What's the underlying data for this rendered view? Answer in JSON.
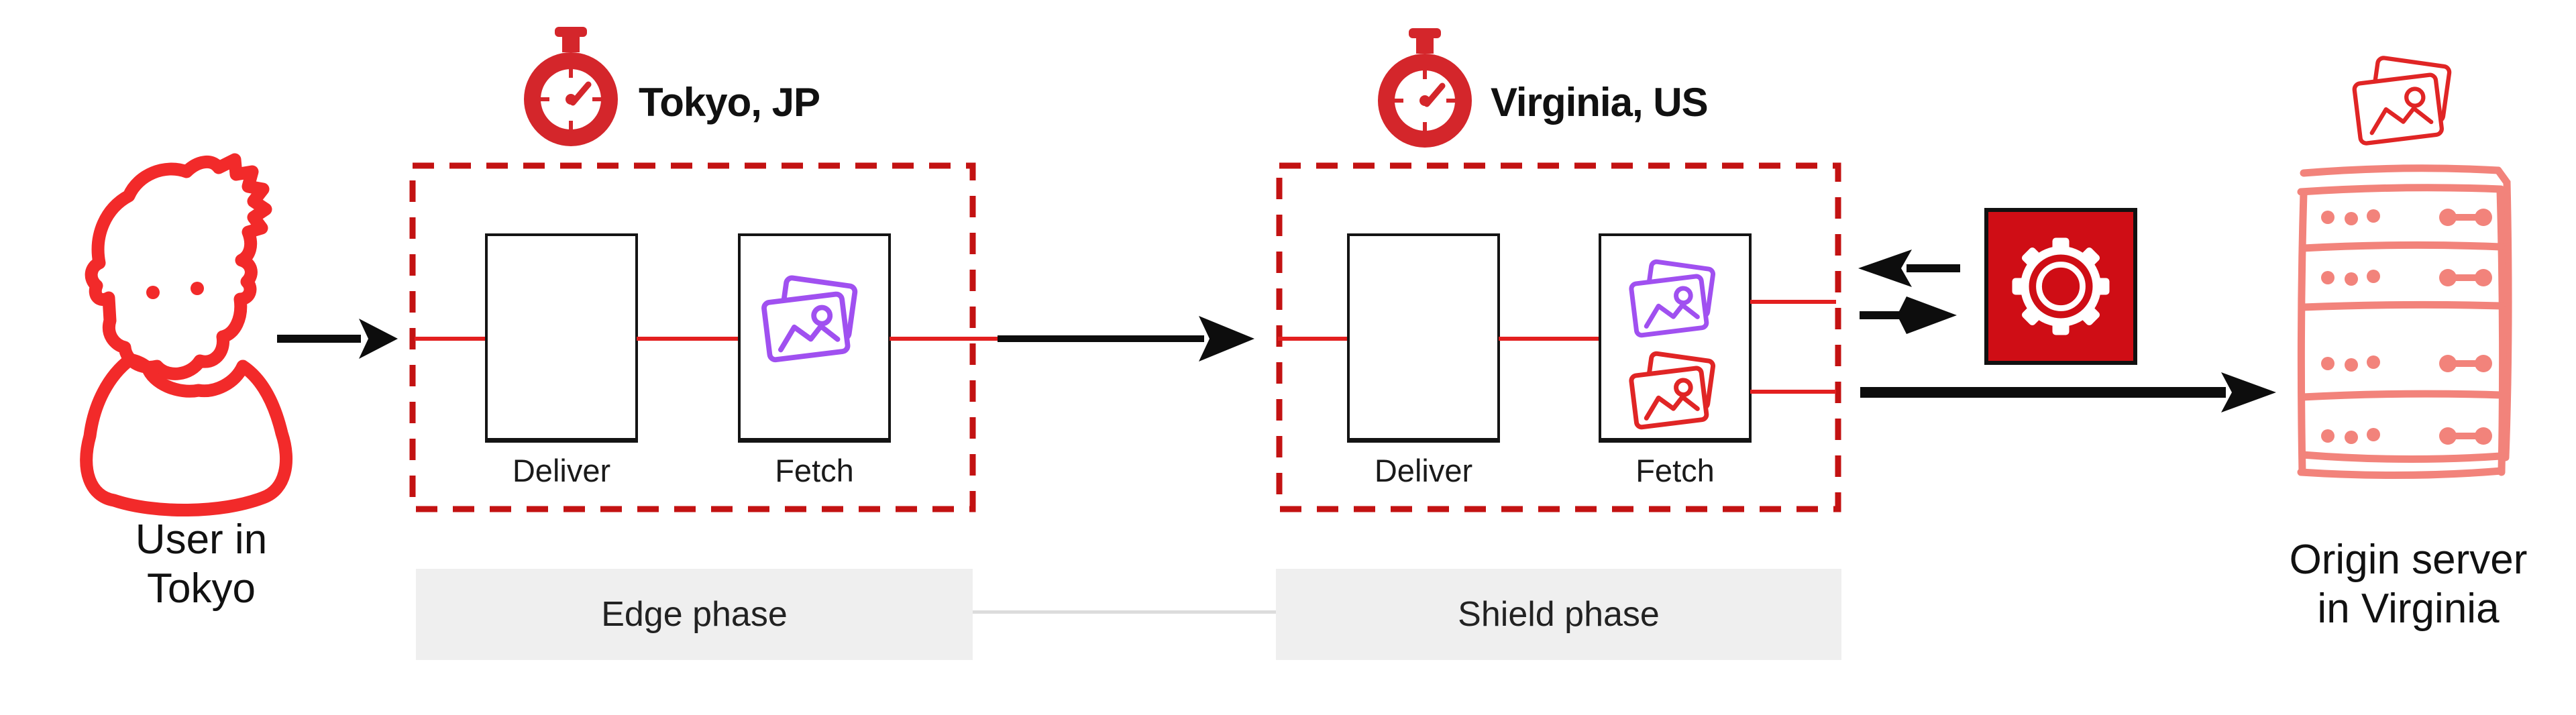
{
  "user": {
    "caption_line1": "User in",
    "caption_line2": "Tokyo"
  },
  "edge_pop": {
    "location": "Tokyo, JP",
    "deliver_label": "Deliver",
    "fetch_label": "Fetch",
    "phase_label": "Edge phase"
  },
  "shield_pop": {
    "location": "Virginia, US",
    "deliver_label": "Deliver",
    "fetch_label": "Fetch",
    "phase_label": "Shield phase"
  },
  "origin": {
    "caption_line1": "Origin server",
    "caption_line2": "in Virginia"
  },
  "icons": {
    "user": "user-sketch-icon",
    "timer": "stopwatch-icon",
    "photos": "photo-stack-icon",
    "gear": "gear-icon",
    "server": "origin-server-icon"
  },
  "colors": {
    "sketch_red": "#f22a2a",
    "dash_red": "#c31212",
    "line_red": "#e31f1f",
    "timer_red": "#d4262b",
    "gear_red": "#cf0d15",
    "purple": "#a050f0",
    "photo_red": "#e02525",
    "server_salmon": "#f2837b",
    "band_gray": "#efefef",
    "connector_gray": "#dcdcdc",
    "arrow_black": "#0d0d0d"
  }
}
